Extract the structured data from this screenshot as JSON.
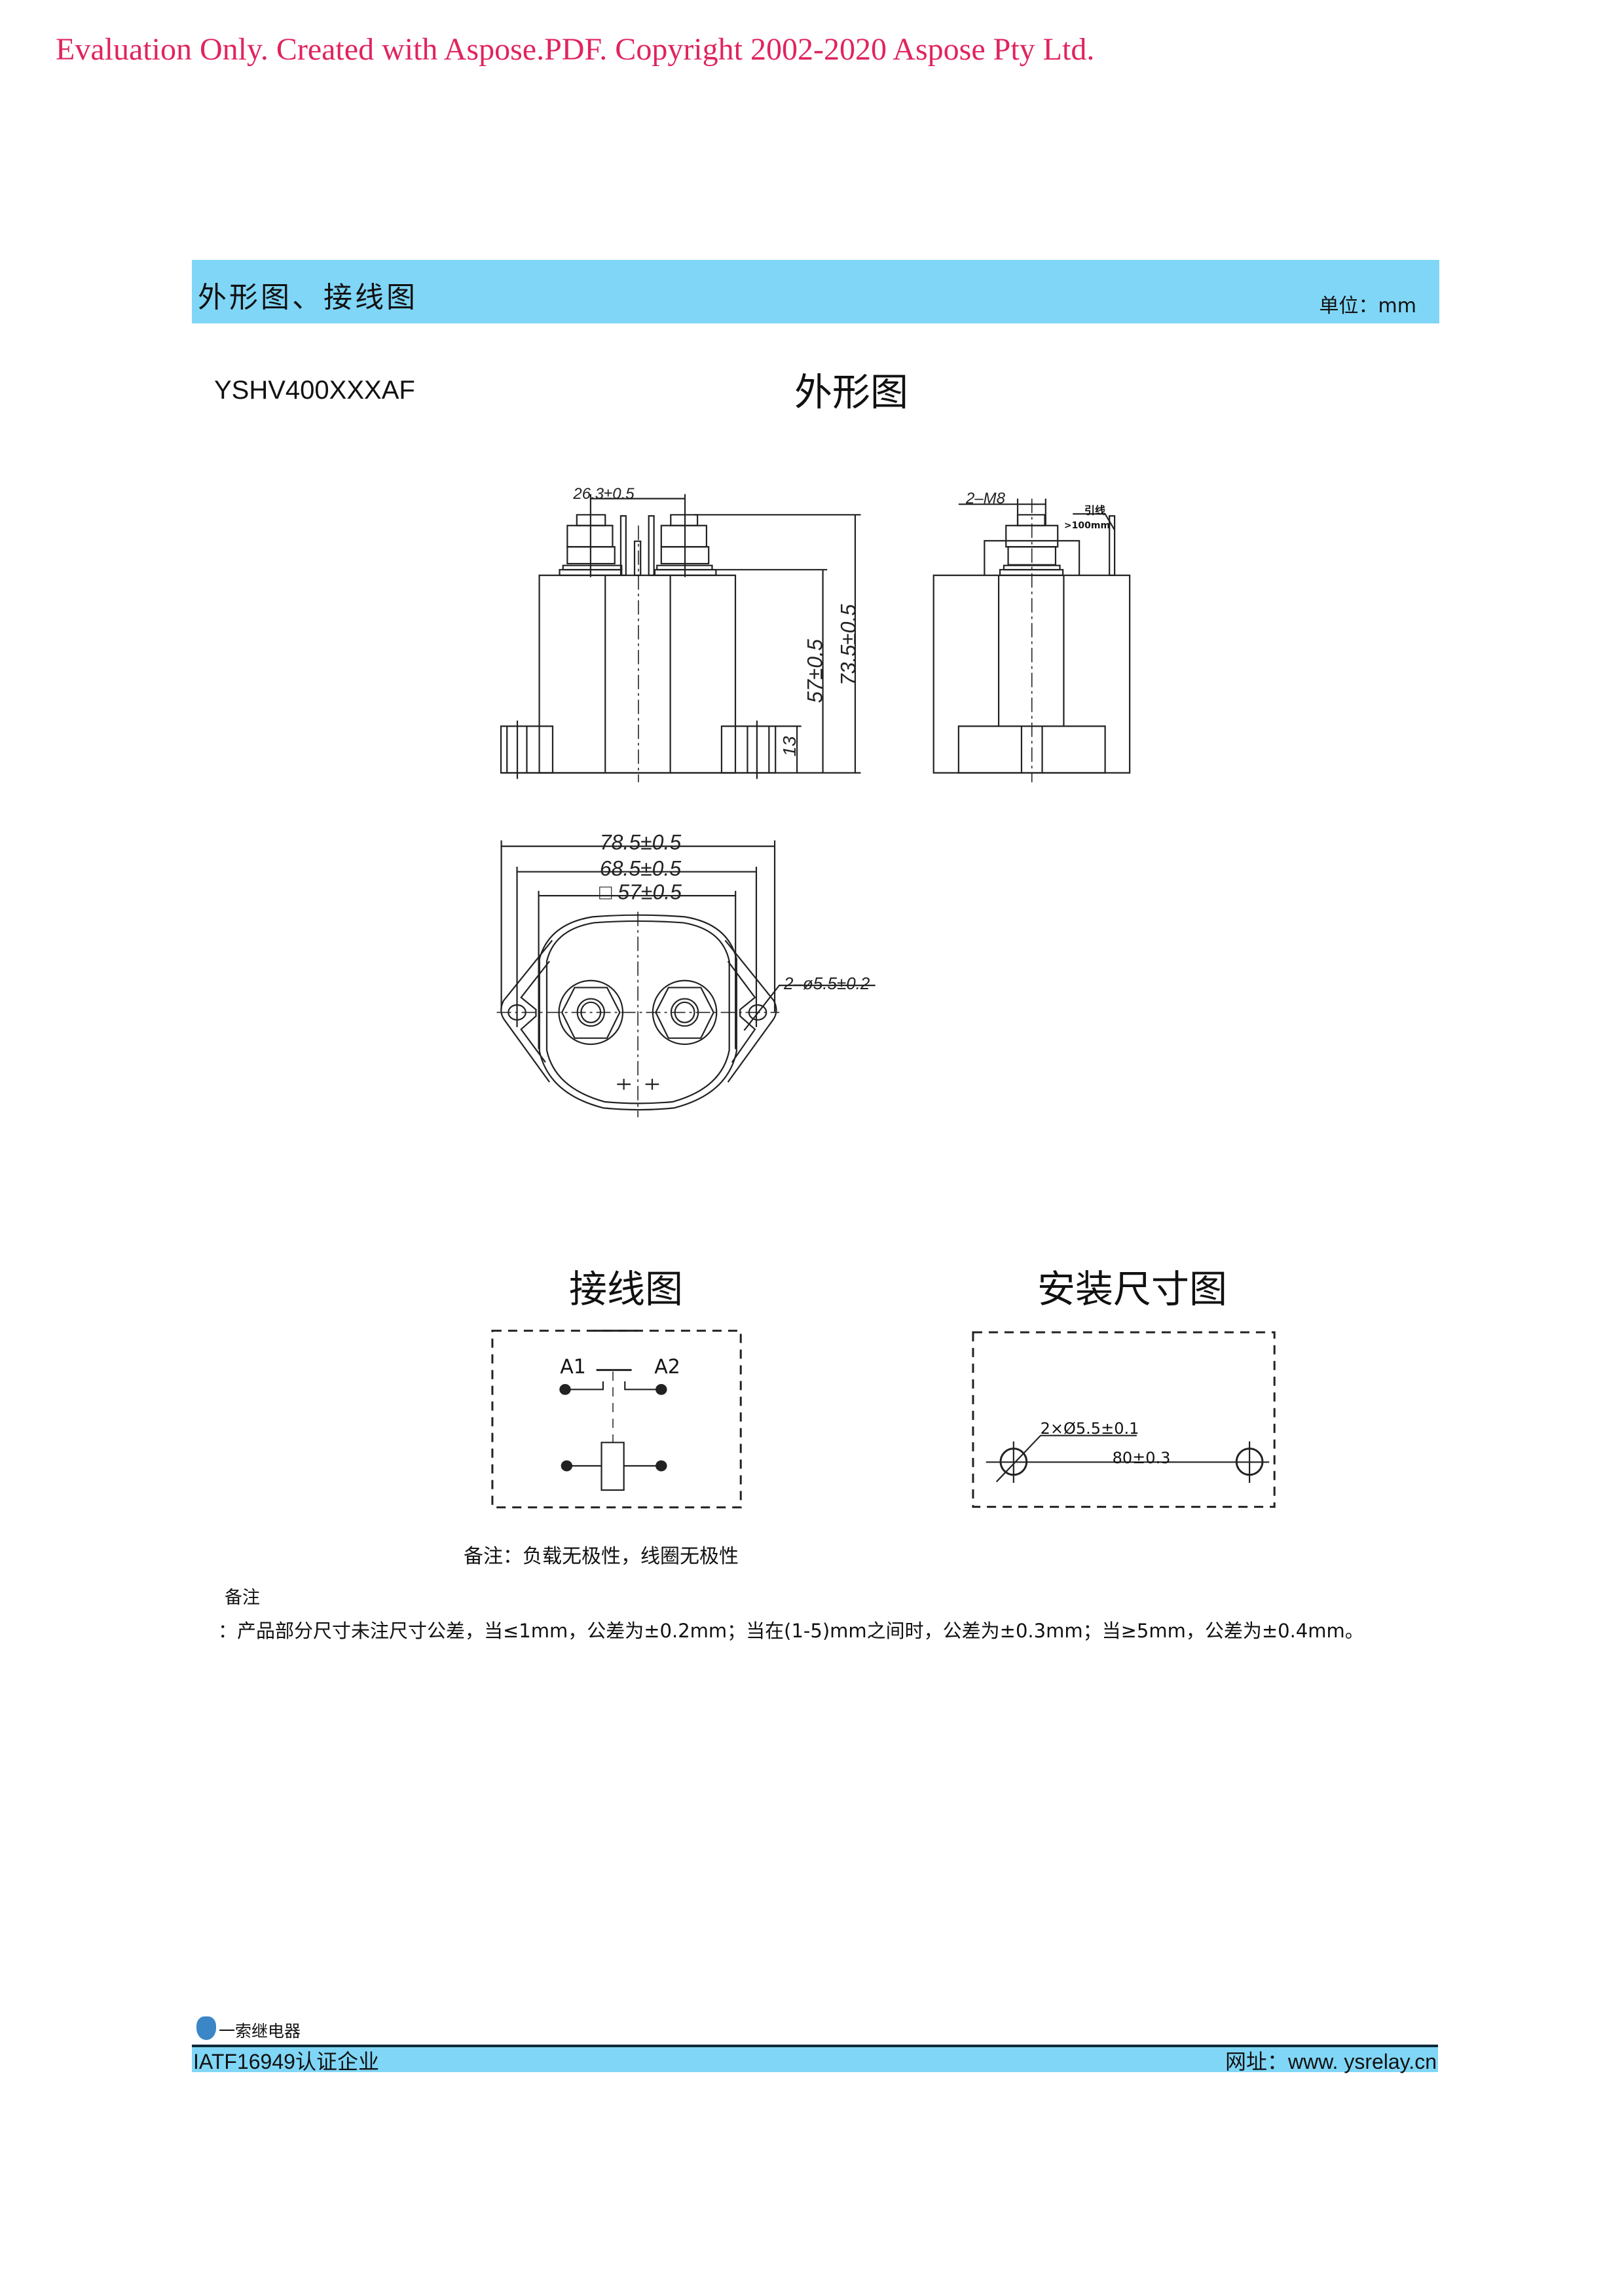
{
  "watermark": "Evaluation Only. Created with Aspose.PDF. Copyright 2002-2020 Aspose Pty Ltd.",
  "header": {
    "title": "外形图、接线图",
    "unit": "单位：mm",
    "bar_color": "#80d6f6"
  },
  "model": "YSHV400XXXAF",
  "outline": {
    "title": "外形图",
    "dims": {
      "terminal_spacing": "26.3±0.5",
      "body_height": "57±0.5",
      "total_height": "73.5±0.5",
      "foot_height": "13",
      "thread": "2–M8",
      "lead_label": "引线",
      "lead_length": ">100mm",
      "overall_width": "78.5±0.5",
      "hole_spacing": "68.5±0.5",
      "body_square": "□ 57±0.5",
      "hole_dia": "2–ø5.5±0.2"
    }
  },
  "wiring": {
    "title": "接线图",
    "a1": "A1",
    "a2": "A2"
  },
  "mounting": {
    "title": "安装尺寸图",
    "hole_dia": "2×Ø5.5±0.1",
    "spacing": "80±0.3"
  },
  "polarity_note": "备注：负载无极性，线圈无极性",
  "remarks": {
    "label": "备注",
    "text": "：产品部分尺寸未注尺寸公差，当≤1mm，公差为±0.2mm；当在(1-5)mm之间时，公差为±0.3mm；当≥5mm，公差为±0.4mm。"
  },
  "footer": {
    "logo_text": "一索继电器",
    "cert": "IATF16949认证企业",
    "website": "网址：www. ysrelay.cn"
  }
}
